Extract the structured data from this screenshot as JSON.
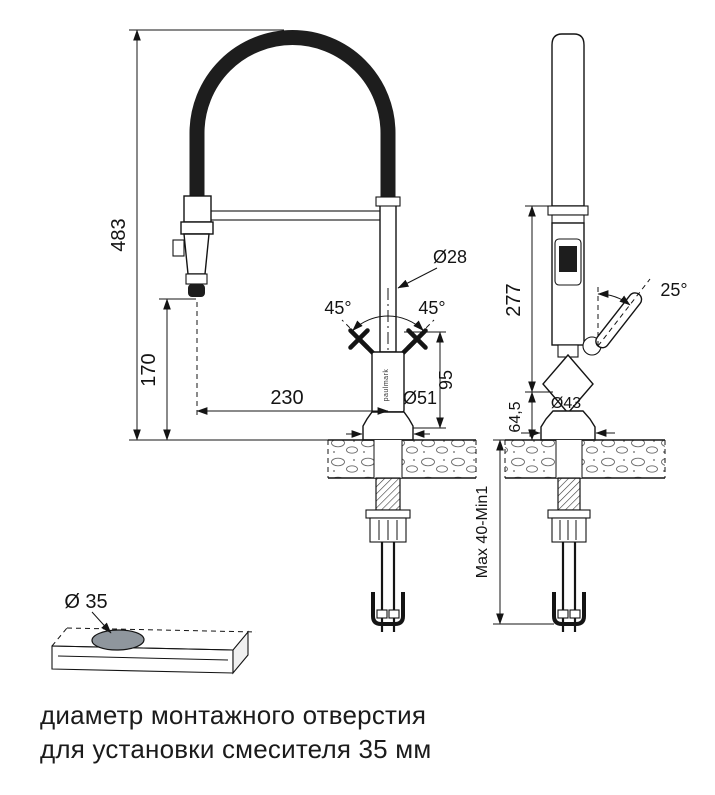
{
  "front_view": {
    "brand": "paulmark",
    "dim_height_total": "483",
    "dim_spray_height": "170",
    "dim_reach": "230",
    "dim_spout_diameter": "Ø28",
    "dim_handle_angle_left": "45°",
    "dim_handle_angle_right": "45°",
    "dim_body_height": "95",
    "dim_base_diameter": "Ø51"
  },
  "side_view": {
    "dim_height": "277",
    "dim_handle_angle": "25°",
    "dim_base_diameter": "Ø43",
    "dim_base_to_counter": "64,5",
    "dim_mount_thickness": "Max 40-Min1"
  },
  "mounting_hole": {
    "dim_hole_diameter": "Ø 35"
  },
  "caption": {
    "line1": "диаметр монтажного отверстия",
    "line2": "для установки смесителя 35 мм"
  },
  "colors": {
    "line": "#141414",
    "hose": "#1d1d1d",
    "hole_fill": "#8f969d",
    "text": "#1b1b1b"
  }
}
